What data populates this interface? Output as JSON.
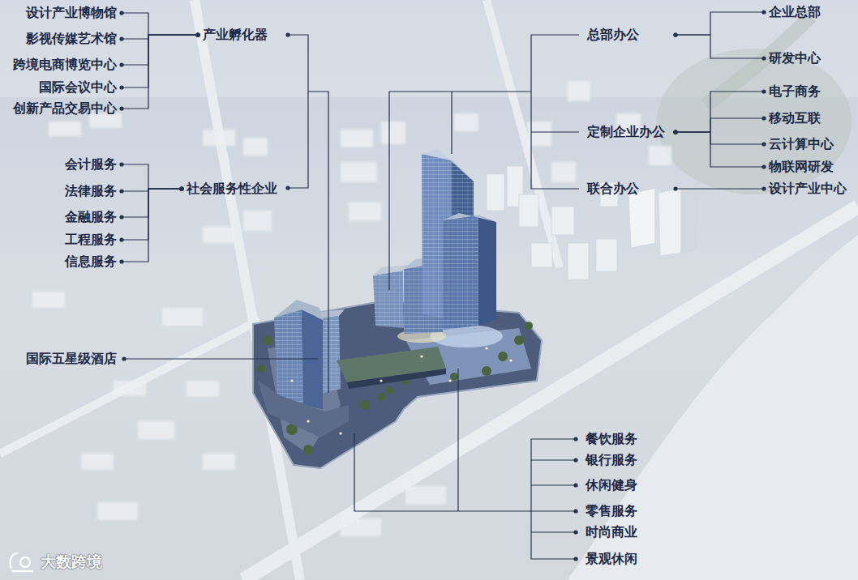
{
  "diagram": {
    "nodes": [
      {
        "text": [
          "设计产业博物馆"
        ]
      },
      {
        "text": [
          "影视传媒艺术馆"
        ]
      },
      {
        "text": [
          "跨境电商博览中心"
        ]
      },
      {
        "text": [
          "国际会议中心"
        ]
      },
      {
        "text": [
          "创新产品交易中心"
        ]
      },
      {
        "text": [
          "产业孵化器"
        ]
      },
      {
        "text": [
          "总部办公"
        ]
      },
      {
        "text": [
          "企业总部"
        ]
      },
      {
        "text": [
          "研发中心"
        ]
      },
      {
        "text": [
          "定制企业办公"
        ]
      },
      {
        "text": [
          "电子商务"
        ]
      },
      {
        "text": [
          "移动互联"
        ]
      },
      {
        "text": [
          "云计算中心"
        ]
      },
      {
        "text": [
          "物联网研发"
        ]
      },
      {
        "text": [
          "联合办公"
        ]
      },
      {
        "text": [
          "设计产业中心"
        ]
      },
      {
        "text": [
          "会计服务"
        ]
      },
      {
        "text": [
          "法律服务"
        ]
      },
      {
        "text": [
          "金融服务"
        ]
      },
      {
        "text": [
          "工程服务"
        ]
      },
      {
        "text": [
          "信息服务"
        ]
      },
      {
        "text": [
          "社会服务性企业"
        ]
      }
    ],
    "edges": [
      {
        "from": 5,
        "to": 0,
        "arrow": "none"
      },
      {
        "from": 5,
        "to": 1,
        "arrow": "none"
      },
      {
        "from": 5,
        "to": 2,
        "arrow": "none"
      },
      {
        "from": 5,
        "to": 3,
        "arrow": "none"
      },
      {
        "from": 5,
        "to": 4,
        "arrow": "none"
      },
      {
        "from": 6,
        "to": 7,
        "arrow": "none"
      },
      {
        "from": 6,
        "to": 8,
        "arrow": "none"
      },
      {
        "from": 9,
        "to": 10,
        "arrow": "none"
      },
      {
        "from": 9,
        "to": 11,
        "arrow": "none"
      },
      {
        "from": 9,
        "to": 12,
        "arrow": "none"
      },
      {
        "from": 9,
        "to": 13,
        "arrow": "none"
      },
      {
        "from": 14,
        "to": 15,
        "arrow": "none"
      },
      {
        "from": 21,
        "to": 16,
        "arrow": "none"
      },
      {
        "from": 21,
        "to": 17,
        "arrow": "none"
      },
      {
        "from": 21,
        "to": 18,
        "arrow": "none"
      },
      {
        "from": 21,
        "to": 19,
        "arrow": "none"
      },
      {
        "from": 21,
        "to": 20,
        "arrow": "none"
      }
    ],
    "labels": [
      "国际五星级酒店",
      "餐饮服务",
      "银行服务",
      "休闲健身",
      "零售服务",
      "时尚商业",
      "景观休闲",
      "大数跨境"
    ]
  }
}
